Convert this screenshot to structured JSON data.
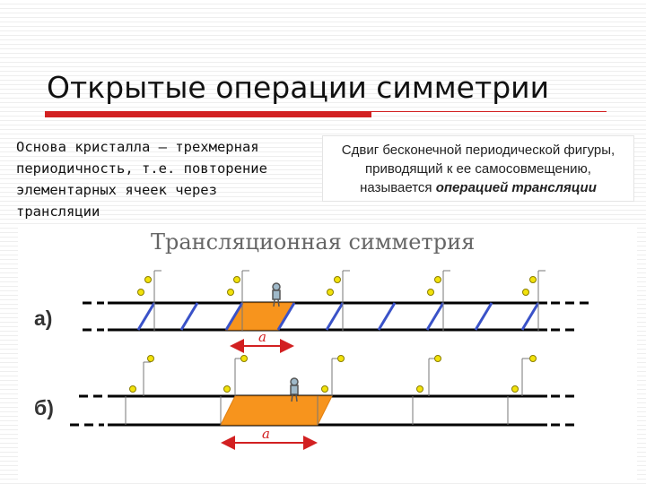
{
  "slide": {
    "title": "Открытые операции симметрии",
    "body_lines": [
      "Основа кристалла – трехмерная",
      "периодичность, т.е. повторение",
      "элементарных ячеек через",
      "трансляции"
    ],
    "callout": {
      "line1": "Сдвиг бесконечной периодической фигуры,",
      "line2": "приводящий к ее самосовмещению,",
      "line3_prefix": "называется ",
      "line3_emphasis": "операцией трансляции"
    }
  },
  "figure": {
    "title": "Трансляционная симметрия",
    "panel_a_label": "а)",
    "panel_b_label": "б)",
    "period_label_a": "a",
    "period_label_b": "a"
  },
  "colors": {
    "accent_red": "#d22021",
    "cell_fill": "#f7941d",
    "stripe_blue": "#3a52c8",
    "ball_yellow": "#f2e20b"
  }
}
